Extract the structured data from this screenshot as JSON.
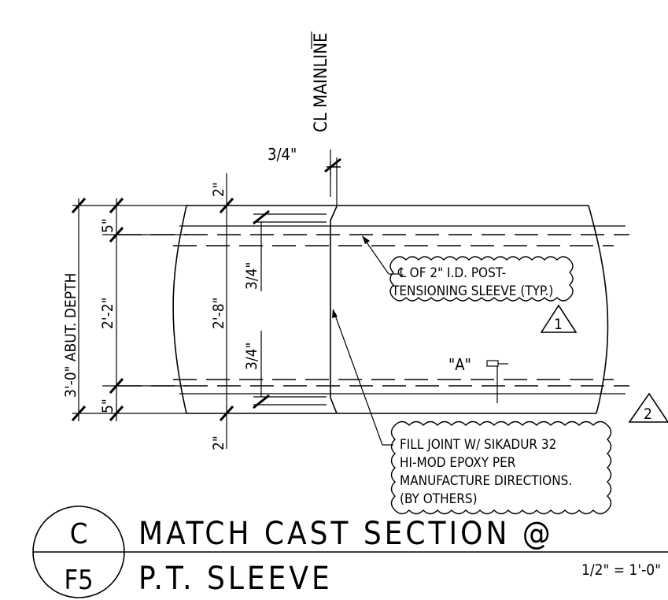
{
  "centerline_label": "CL MAINLINE",
  "dims": {
    "top_gap": "3/4\"",
    "top_cover": "2\"",
    "bottom_cover": "2\"",
    "total_depth": "3'-0\" ABUT. DEPTH",
    "top_offset": "5\"",
    "bottom_offset": "5\"",
    "inner_span": "2'-2\"",
    "center_span": "2'-8\"",
    "upper_joint": "3/4\"",
    "lower_joint": "3/4\""
  },
  "notes": {
    "sleeve_line1": "℄ OF 2\" I.D. POST-",
    "sleeve_line2": "TENSIONING SLEEVE (TYP.)",
    "fill_line1": "FILL JOINT W/ SIKADUR 32",
    "fill_line2": "HI-MOD EPOXY PER",
    "fill_line3": "MANUFACTURE DIRECTIONS.",
    "fill_line4": "(BY OTHERS)"
  },
  "revisions": {
    "rev1": "1",
    "rev2": "2"
  },
  "section_callout": "\"A\"",
  "title_block": {
    "section_letter": "C",
    "sheet_ref": "F5",
    "title_line1": "MATCH CAST SECTION @",
    "title_line2": "P.T. SLEEVE",
    "scale": "1/2\" = 1'-0\""
  }
}
